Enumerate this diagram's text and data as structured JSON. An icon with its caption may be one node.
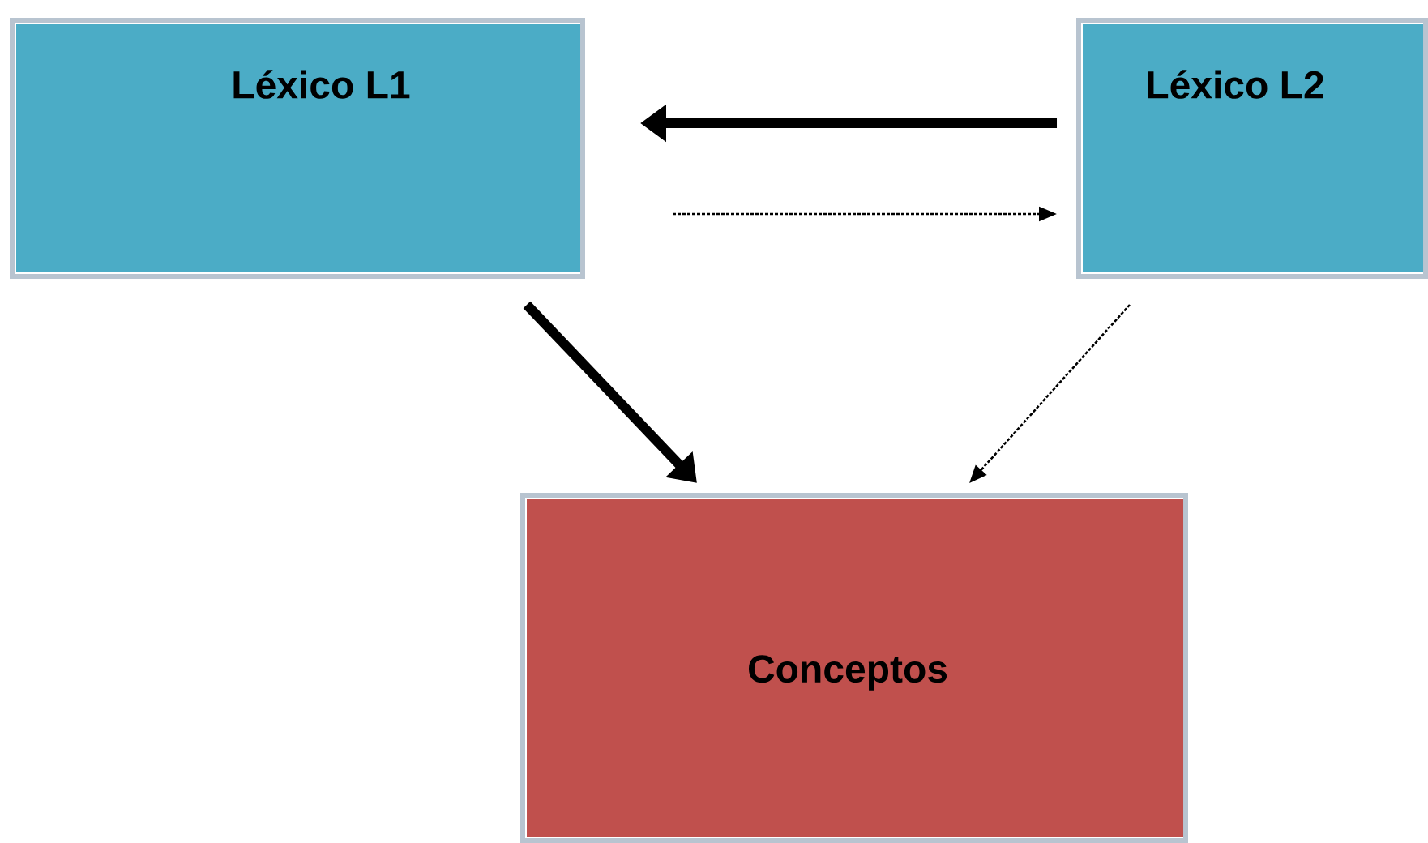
{
  "diagram": {
    "nodes": [
      {
        "text": [
          "Léxico L1"
        ]
      },
      {
        "text": [
          "Léxico L2"
        ]
      },
      {
        "text": [
          "Conceptos"
        ]
      }
    ],
    "edges": [
      {
        "from": 1,
        "to": 0,
        "arrow": "to",
        "style": "thick"
      },
      {
        "from": 0,
        "to": 1,
        "arrow": "to",
        "style": "dashed"
      },
      {
        "from": 0,
        "to": 2,
        "arrow": "to",
        "style": "thick"
      },
      {
        "from": 1,
        "to": 2,
        "arrow": "to",
        "style": "dashed"
      }
    ]
  }
}
